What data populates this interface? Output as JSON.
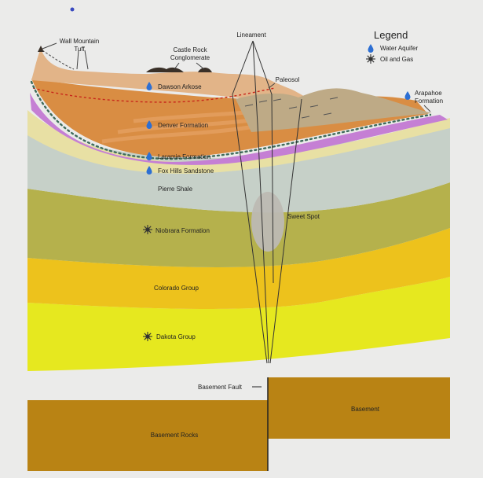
{
  "legend": {
    "title": "Legend",
    "items": [
      {
        "icon": "water-drop-icon",
        "label": "Water Aquifer"
      },
      {
        "icon": "oil-gas-icon",
        "label": "Oil and Gas"
      }
    ]
  },
  "labels": {
    "wall_mountain_line1": "Wall Mountain",
    "wall_mountain_line2": "Tuff",
    "castle_rock_line1": "Castle Rock",
    "castle_rock_line2": "Conglomerate",
    "lineament": "Lineament",
    "paleosol": "Paleosol",
    "arapahoe_line1": "Arapahoe",
    "arapahoe_line2": "Formation",
    "sweet_spot": "Sweet Spot",
    "basement_fault": "Basement Fault",
    "basement": "Basement",
    "basement_rocks": "Basement Rocks"
  },
  "layers": [
    {
      "name": "Dawson Arkose",
      "icon": "water-drop-icon"
    },
    {
      "name": "Denver Formation",
      "icon": "water-drop-icon"
    },
    {
      "name": "Laramie Formation",
      "icon": "water-drop-icon"
    },
    {
      "name": "Fox Hills Sandstone",
      "icon": "water-drop-icon"
    },
    {
      "name": "Pierre Shale",
      "icon": "none"
    },
    {
      "name": "Niobrara Formation",
      "icon": "oil-gas-icon"
    },
    {
      "name": "Colorado Group",
      "icon": "none"
    },
    {
      "name": "Dakota Group",
      "icon": "oil-gas-icon"
    }
  ],
  "colors": {
    "dawson": "#e2b488",
    "denver": "#d98d43",
    "laramie": "#c57fd4",
    "fox_hills": "#e8e0a4",
    "pierre": "#c6d0c8",
    "niobrara": "#b5b14c",
    "colorado": "#edc21c",
    "dakota": "#e6e81f",
    "basement": "#b98314",
    "arapahoe": "#beaa86",
    "water": "#2d6fd3",
    "sweet_spot": "#bdb9b3"
  }
}
